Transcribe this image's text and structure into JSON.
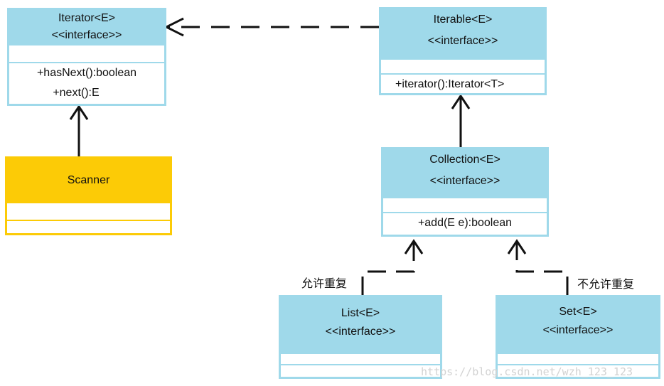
{
  "classes": {
    "iterator": {
      "name": "Iterator<E>",
      "stereotype": "<<interface>>",
      "ops": [
        "+hasNext():boolean",
        "+next():E"
      ]
    },
    "iterable": {
      "name": "Iterable<E>",
      "stereotype": "<<interface>>",
      "ops": [
        "+iterator():Iterator<T>"
      ]
    },
    "scanner": {
      "name": "Scanner"
    },
    "collection": {
      "name": "Collection<E>",
      "stereotype": "<<interface>>",
      "ops": [
        "+add(E e):boolean"
      ]
    },
    "list": {
      "name": "List<E>",
      "stereotype": "<<interface>>"
    },
    "set": {
      "name": "Set<E>",
      "stereotype": "<<interface>>"
    }
  },
  "labels": {
    "list_note": "允许重复",
    "set_note": "不允许重复"
  },
  "watermark": "https://blog.csdn.net/wzh_123_123",
  "colors": {
    "interface_fill": "#9fd9ea",
    "class_fill": "#fccb06",
    "line": "#111111"
  }
}
